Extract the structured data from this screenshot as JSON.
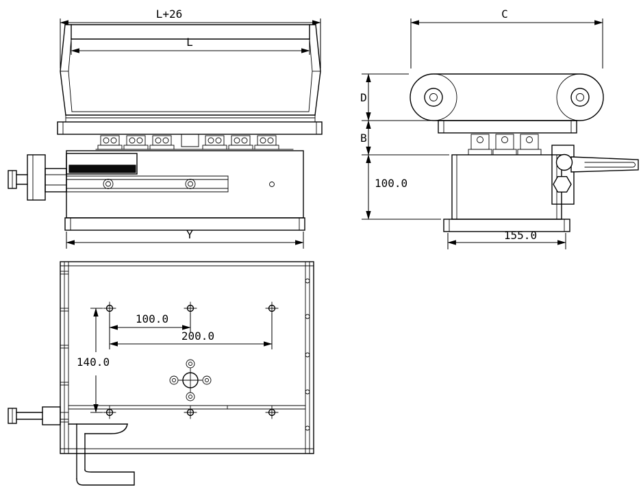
{
  "drawing": {
    "kind": "three-view mechanical CAD drawing",
    "colors": {
      "line": "#000000",
      "background": "#ffffff"
    }
  },
  "views": {
    "front": {
      "dim_overall_width": "L+26",
      "dim_table_length": "L",
      "dim_base_width": "Y"
    },
    "side": {
      "dim_overall_depth": "C",
      "dim_rocker_height": "D",
      "dim_clamp_gap": "B",
      "dim_body_height": "100.0",
      "dim_base_depth": "155.0"
    },
    "plan": {
      "dim_hole_pitch_small": "100.0",
      "dim_hole_pitch_large": "200.0",
      "dim_hole_pitch_vertical": "140.0"
    }
  }
}
